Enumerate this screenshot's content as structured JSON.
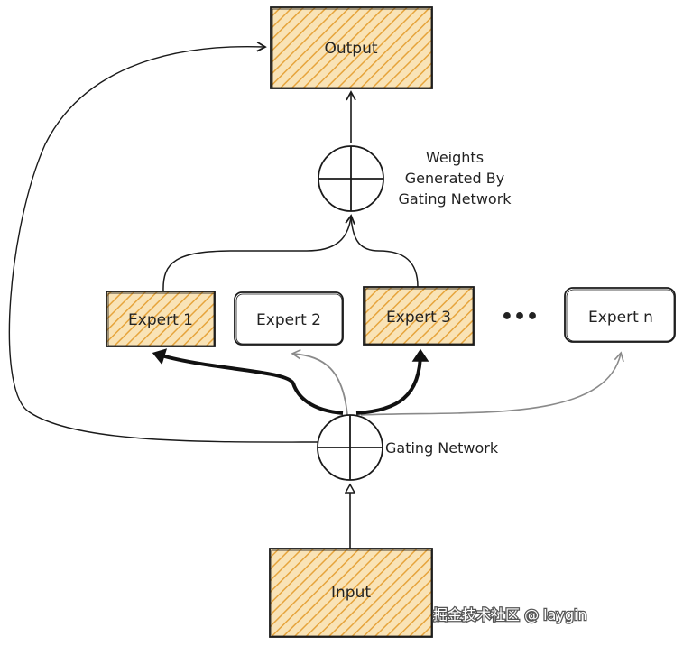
{
  "nodes": {
    "output": "Output",
    "input": "Input",
    "experts": [
      "Expert 1",
      "Expert 2",
      "Expert 3",
      "Expert n"
    ],
    "ellipsis": "•••"
  },
  "labels": {
    "weights_line1": "Weights",
    "weights_line2": "Generated By",
    "weights_line3": "Gating Network",
    "gating": "Gating Network"
  },
  "watermark": "掘金技术社区 @ laygin",
  "colors": {
    "highlight_fill": "#f7d9a0",
    "highlight_hatch": "#e3a33a",
    "stroke": "#1a1a1a",
    "gray_arrow": "#8a8a8a"
  }
}
